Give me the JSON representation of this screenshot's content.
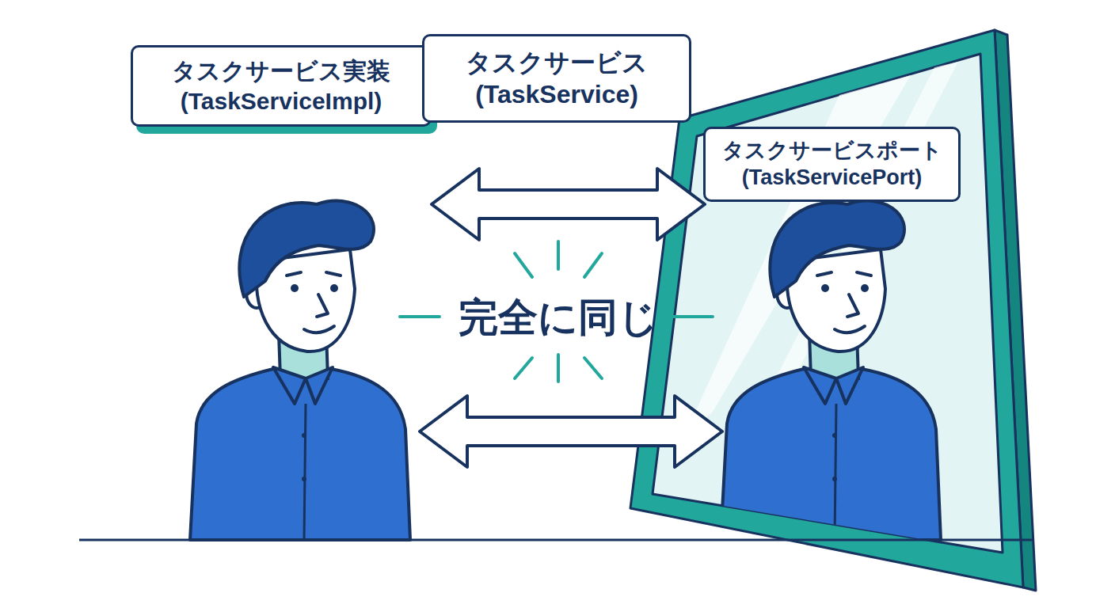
{
  "diagram": {
    "nodes": [
      {
        "text": [
          "タスクサービス実装 (TaskServiceImpl)"
        ]
      },
      {
        "text": [
          "タスクサービス (TaskService)"
        ]
      },
      {
        "text": [
          "タスクサービスポート (TaskServicePort)"
        ]
      }
    ],
    "labels": [
      "完全に同じ"
    ]
  }
}
